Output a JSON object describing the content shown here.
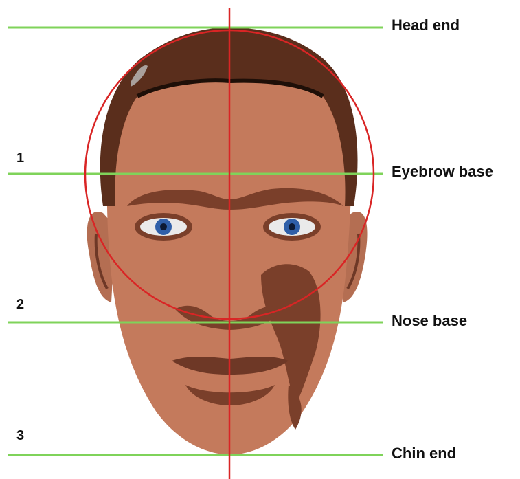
{
  "guide_labels": {
    "head_end": "Head end",
    "eyebrow_base": "Eyebrow base",
    "nose_base": "Nose base",
    "chin_end": "Chin end"
  },
  "section_numbers": {
    "one": "1",
    "two": "2",
    "three": "3"
  },
  "colors": {
    "guide_line": "#7fd35a",
    "center_line": "#d92525",
    "circle": "#d92525",
    "skin": "#c47a5c",
    "shadow": "#7a3f2a",
    "hair": "#5a2e1c",
    "iris": "#2f5fa8"
  }
}
